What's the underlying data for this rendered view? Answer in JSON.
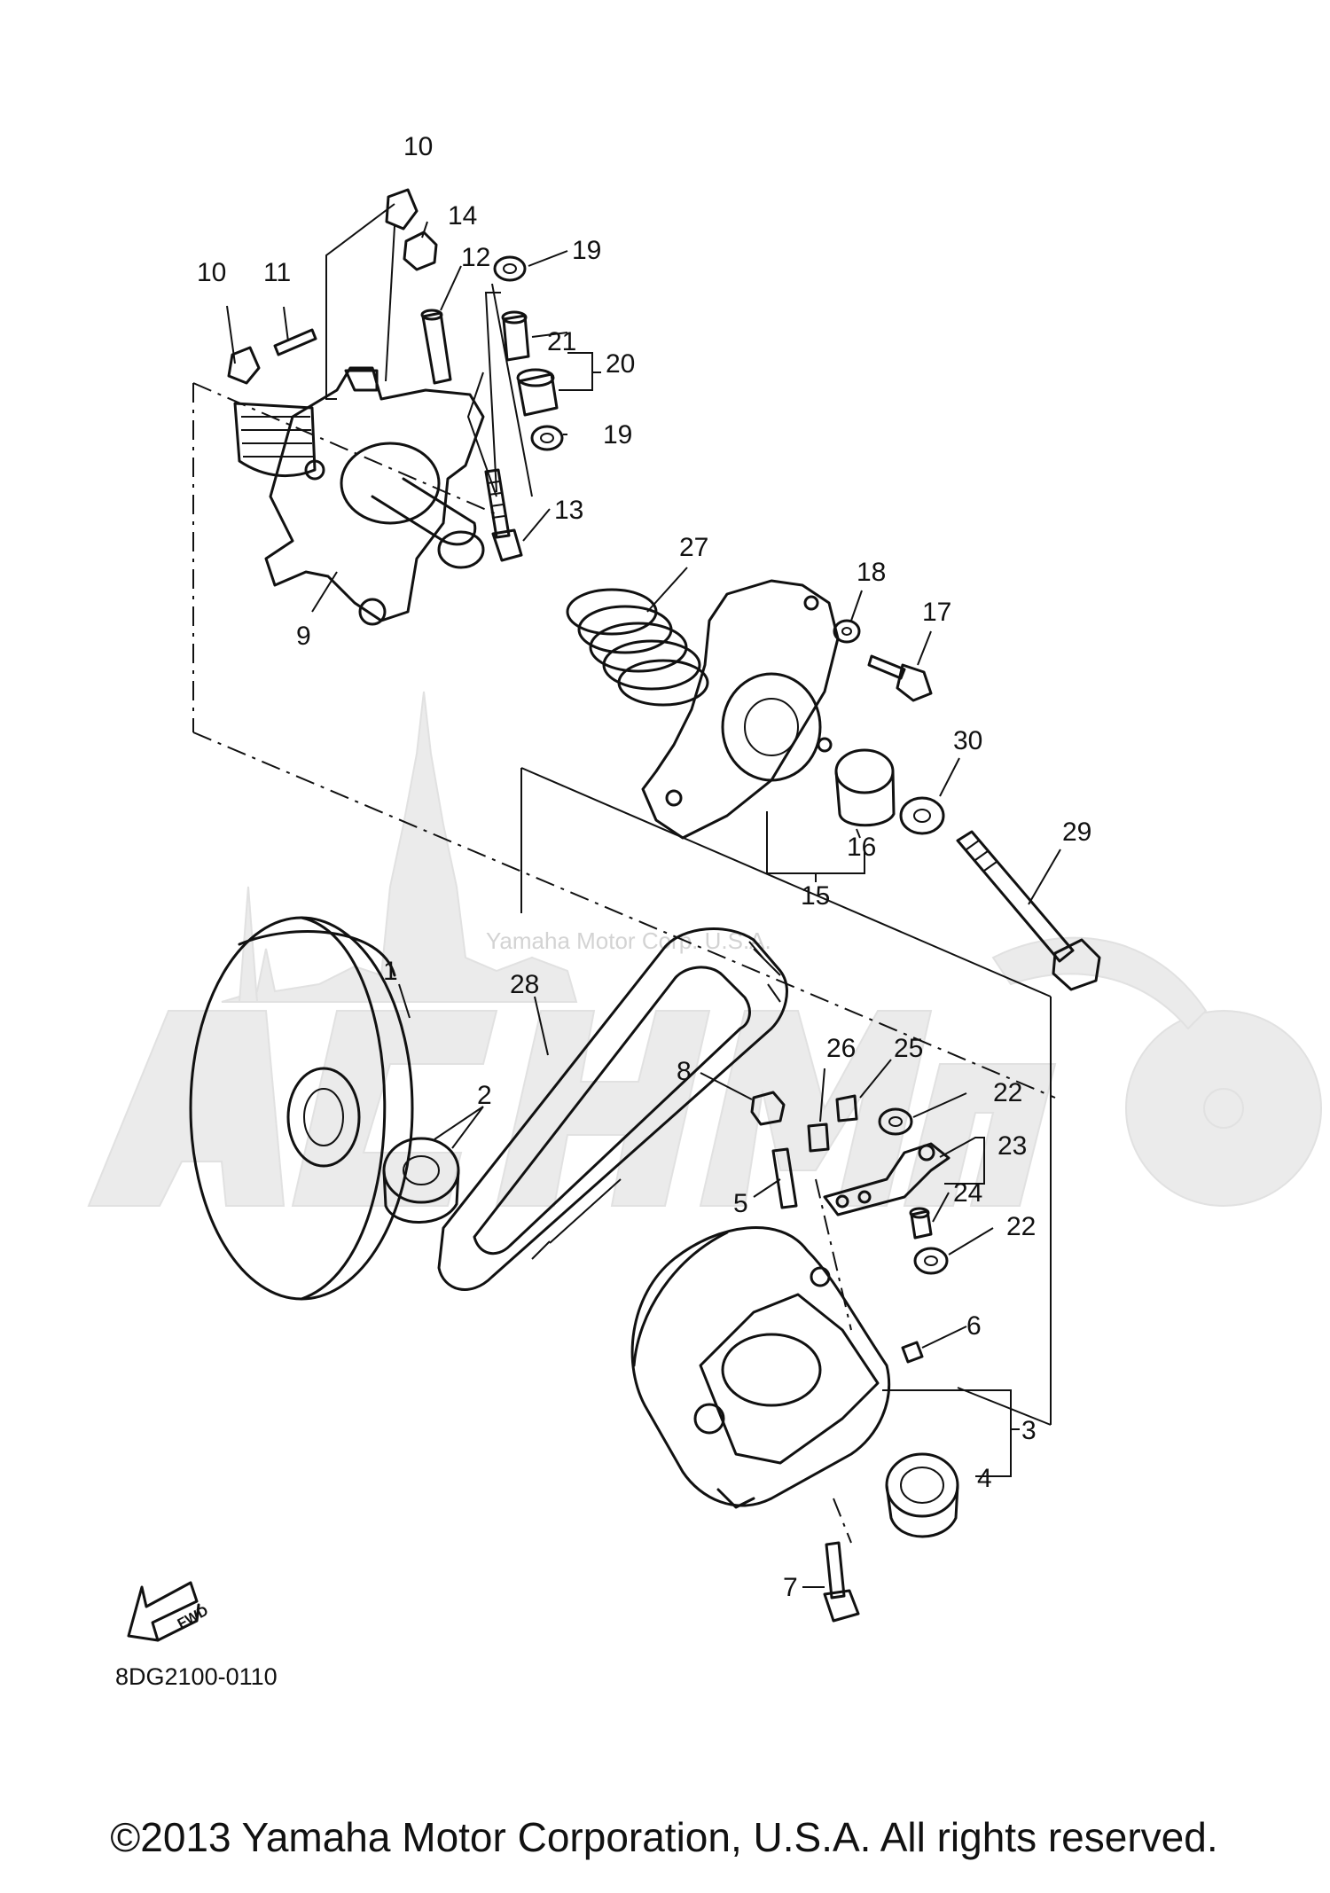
{
  "watermark": {
    "brand_text": "Yamaha Motor Corp. U.S.A.",
    "logo_letters": "ACHMM"
  },
  "diagram_code": "8DG2100-0110",
  "fwd_label": "FWD",
  "copyright": "©2013 Yamaha Motor Corporation, U.S.A. All rights reserved.",
  "callouts": {
    "c10a": "10",
    "c14": "14",
    "c12": "12",
    "c19a": "19",
    "c10b": "10",
    "c11": "11",
    "c21": "21",
    "c20": "20",
    "c19b": "19",
    "c13": "13",
    "c9": "9",
    "c27": "27",
    "c18": "18",
    "c17": "17",
    "c30": "30",
    "c29": "29",
    "c16": "16",
    "c15": "15",
    "c1": "1",
    "c28": "28",
    "c26": "26",
    "c25": "25",
    "c8": "8",
    "c22a": "22",
    "c2": "2",
    "c23": "23",
    "c5": "5",
    "c24": "24",
    "c22b": "22",
    "c6": "6",
    "c3": "3",
    "c4": "4",
    "c7": "7"
  }
}
